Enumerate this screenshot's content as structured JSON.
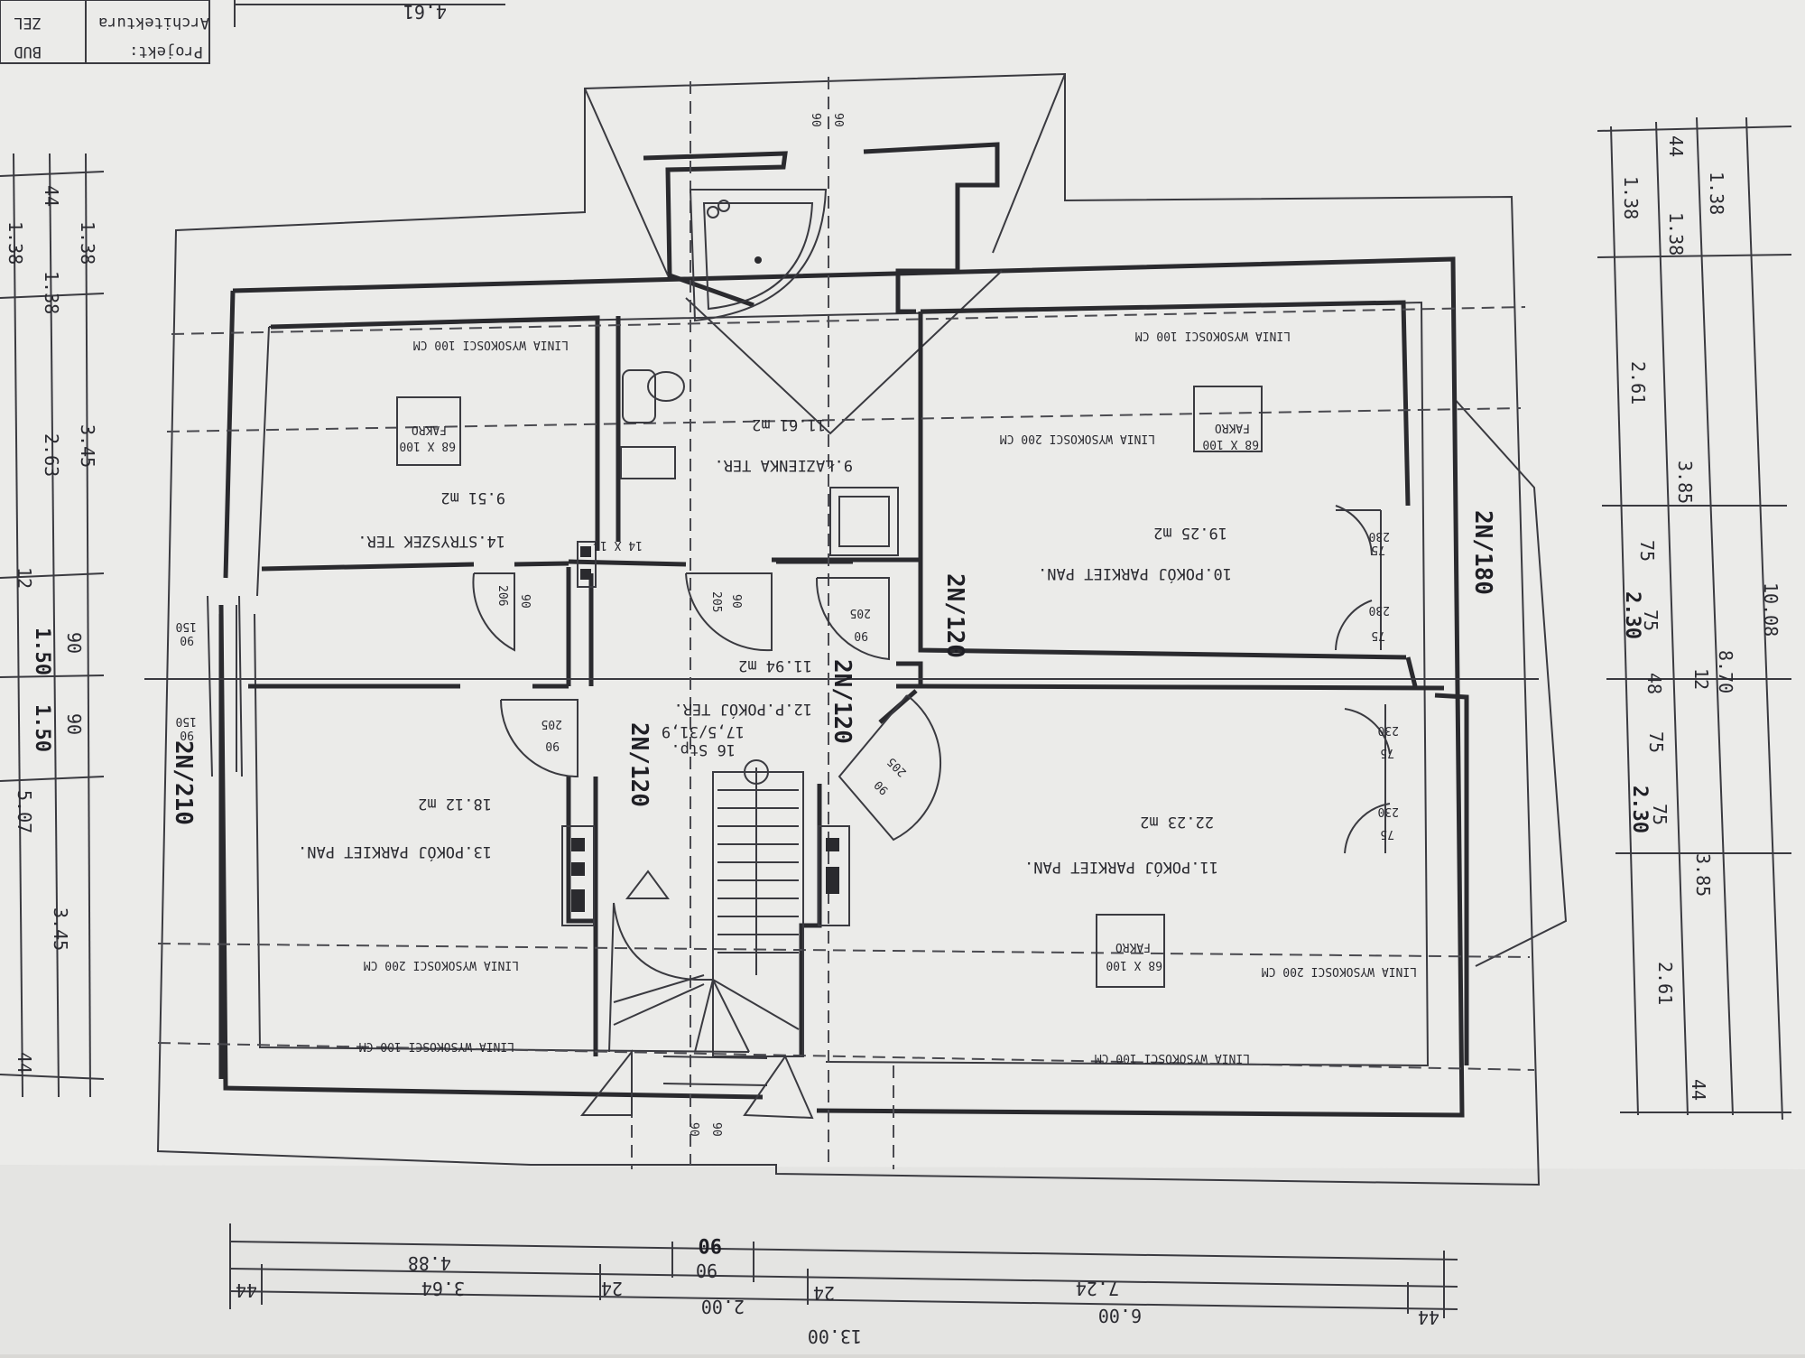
{
  "title_block": {
    "line1": "Projekt:",
    "line2": "Architektura",
    "line3": "BUD",
    "line4": "ZEL",
    "topnum": "4.61"
  },
  "rooms": {
    "r9": {
      "name": "9.ŁAZIENKA TER.",
      "area": "11.61 m2"
    },
    "r10": {
      "name": "10.POKÓJ PARKIET PAN.",
      "area": "19.25 m2"
    },
    "r11": {
      "name": "11.POKÓJ PARKIET PAN.",
      "area": "22.23 m2"
    },
    "r12": {
      "name": "12.P.POKÓJ TER.",
      "area": "11.94 m2"
    },
    "r13": {
      "name": "13.POKÓJ PARKIET PAN.",
      "area": "18.12 m2"
    },
    "r14": {
      "name": "14.STRYSZEK TER.",
      "area": "9.51 m2"
    }
  },
  "height_lines": {
    "h100": "LINIA WYSOKOSCI 100 CM",
    "h200": "LINIA WYSOKOSCI 200 CM"
  },
  "skylight": {
    "size": "68 X 100",
    "brand": "FAKRO"
  },
  "stairs": {
    "steps": "16 Stp.",
    "rise": "17,5/31,9"
  },
  "vent": "14 X 14",
  "doors": {
    "d120": "2N/120",
    "d180": "2N/180",
    "d210": "2N/210",
    "w90": "90",
    "h205": "205",
    "h206": "206",
    "h150": "150",
    "w75": "75",
    "h230": "230"
  },
  "dims_bottom": {
    "total": "13.00",
    "d724": "7.24",
    "d600": "6.00",
    "d488": "4.88",
    "d364": "3.64",
    "d200": "2.00",
    "d44": "44",
    "d24": "24",
    "d90": "90"
  },
  "dims_left": {
    "d138": "1.38",
    "d44": "44",
    "d345": "3.45",
    "d263": "2.63",
    "d12": "12",
    "d150": "1.50",
    "d90": "90",
    "d507": "5.07"
  },
  "dims_right": {
    "d1008": "10.08",
    "d870": "8.70",
    "d385": "3.85",
    "d261": "2.61",
    "d138": "1.38",
    "d44": "44",
    "d75": "75",
    "d48": "48",
    "d12": "12",
    "d230": "2.30"
  }
}
